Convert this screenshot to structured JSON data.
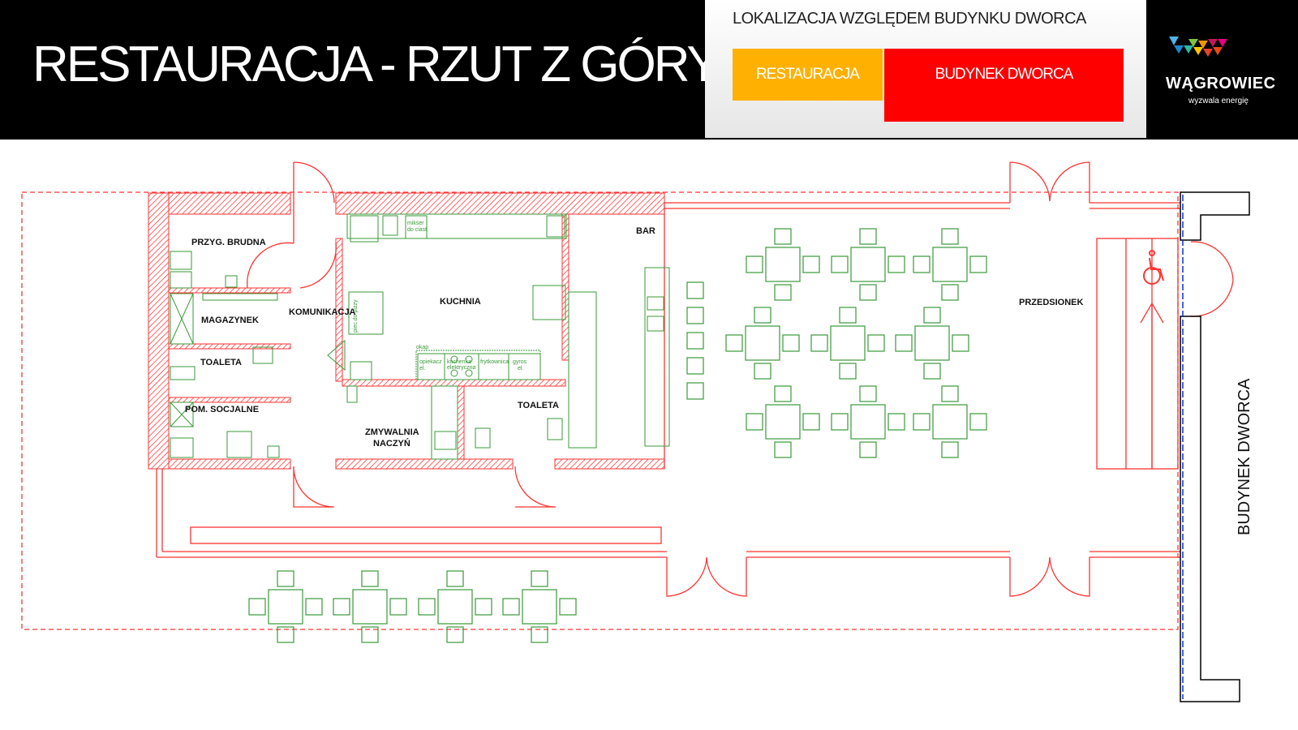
{
  "header": {
    "title": "RESTAURACJA - RZUT Z GÓRY",
    "location_title": "LOKALIZACJA WZGLĘDEM BUDYNKU DWORCA",
    "legend": [
      {
        "label": "RESTAURACJA",
        "color": "#ffb000"
      },
      {
        "label": "BUDYNEK DWORCA",
        "color": "#ff0000"
      }
    ],
    "logo": {
      "name": "WĄGROWIEC",
      "tagline": "wyzwala energię"
    }
  },
  "plan": {
    "rooms": {
      "przyg_brudna": "PRZYG. BRUDNA",
      "magazynek": "MAGAZYNEK",
      "komunikacja": "KOMUNIKACJA",
      "toaleta_1": "TOALETA",
      "pom_socjalne": "POM. SOCJALNE",
      "kuchnia": "KUCHNIA",
      "zmywalnia_1": "ZMYWALNIA",
      "zmywalnia_2": "NACZYŃ",
      "toaleta_2": "TOALETA",
      "bar": "BAR",
      "przedsionek": "PRZEDSIONEK",
      "budynek_dworca": "BUDYNEK DWORCA"
    },
    "equipment": {
      "mikser_1": "mikser",
      "mikser_2": "do ciast",
      "piec": "piec do pizzy",
      "okap": "okap",
      "opiekacz_1": "opiekacz",
      "opiekacz_2": "el.",
      "kuchenka_1": "kuchenka",
      "kuchenka_2": "elektryczna",
      "frytkownica": "frytkownica",
      "gyros_1": "gyros",
      "gyros_2": "el."
    },
    "colors": {
      "walls": "#ff3333",
      "furniture": "#3a9a3a",
      "outline": "#0033cc"
    }
  }
}
